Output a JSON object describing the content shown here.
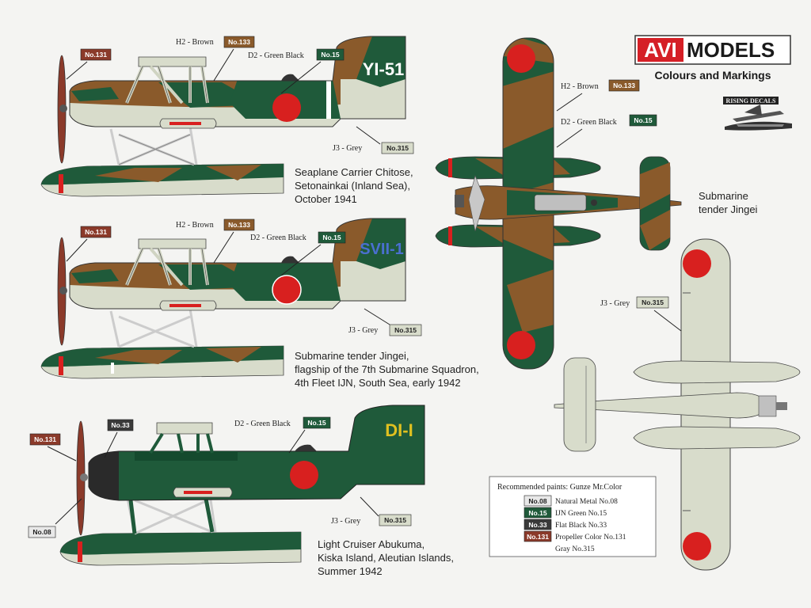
{
  "brand": {
    "avi": "AVI",
    "models": "MODELS",
    "subtitle": "Colours and Markings",
    "decal_logo": "RISING DECALS"
  },
  "colors": {
    "brown": "#8a5a2b",
    "green_black": "#1f5a3a",
    "grey": "#d8dccb",
    "propeller": "#8b3a2a",
    "flat_black": "#2a2a2a",
    "metal": "#c9c9c9",
    "hinomaru": "#d8201f",
    "brand_red": "#d51f26"
  },
  "callouts": {
    "h2": "H2 - Brown",
    "d2": "D2 - Green Black",
    "j3": "J3 - Grey"
  },
  "paints": {
    "no133": "No.133",
    "no15": "No.15",
    "no315": "No.315",
    "no131": "No.131",
    "no33": "No.33",
    "no08": "No.08"
  },
  "profiles": [
    {
      "code": "YI-51",
      "caption": [
        "Seaplane Carrier Chitose,",
        "Setonainkai (Inland Sea),",
        "October 1941"
      ]
    },
    {
      "code": "SVII-1",
      "caption": [
        "Submarine tender Jingei,",
        "flagship of the 7th Submarine Squadron,",
        "4th Fleet IJN, South Sea, early 1942"
      ]
    },
    {
      "code": "DI-I",
      "caption": [
        "Light Cruiser Abukuma,",
        "Kiska Island, Aleutian Islands,",
        "Summer 1942"
      ]
    }
  ],
  "top_view_caption": [
    "Submarine",
    "tender Jingei"
  ],
  "legend": {
    "title": "Recommended paints: Gunze Mr.Color",
    "rows": [
      {
        "code": "No.08",
        "name": "Natural Metal No.08"
      },
      {
        "code": "No.15",
        "name": "IJN Green No.15"
      },
      {
        "code": "No.33",
        "name": "Flat Black No.33"
      },
      {
        "code": "No.131",
        "name": "Propeller Color No.131"
      },
      {
        "code": "",
        "name": "Gray No.315"
      }
    ]
  }
}
